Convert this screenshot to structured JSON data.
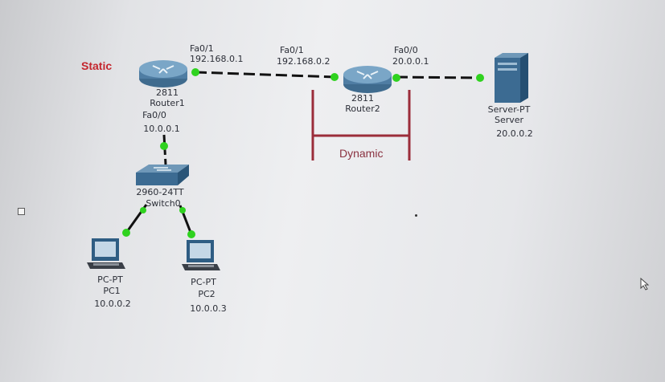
{
  "labels": {
    "static": "Static",
    "dynamic": "Dynamic"
  },
  "router1": {
    "model": "2811",
    "name": "Router1",
    "port_top": "Fa0/1",
    "ip_top": "192.168.0.1",
    "port_bottom": "Fa0/0",
    "ip_bottom": "10.0.0.1"
  },
  "router2": {
    "model": "2811",
    "name": "Router2",
    "port_left": "Fa0/1",
    "ip_left": "192.168.0.2",
    "port_right": "Fa0/0",
    "ip_right": "20.0.0.1"
  },
  "switch": {
    "model": "2960-24TT",
    "name": "Switch0"
  },
  "server": {
    "type": "Server-PT",
    "name": "Server",
    "ip": "20.0.0.2"
  },
  "pc1": {
    "type": "PC-PT",
    "name": "PC1",
    "ip": "10.0.0.2"
  },
  "pc2": {
    "type": "PC-PT",
    "name": "PC2",
    "ip": "10.0.0.3"
  },
  "colors": {
    "link_dot": "#2fd21f",
    "static_text": "#c4262e",
    "dynamic_bracket": "#9b2d3a"
  }
}
